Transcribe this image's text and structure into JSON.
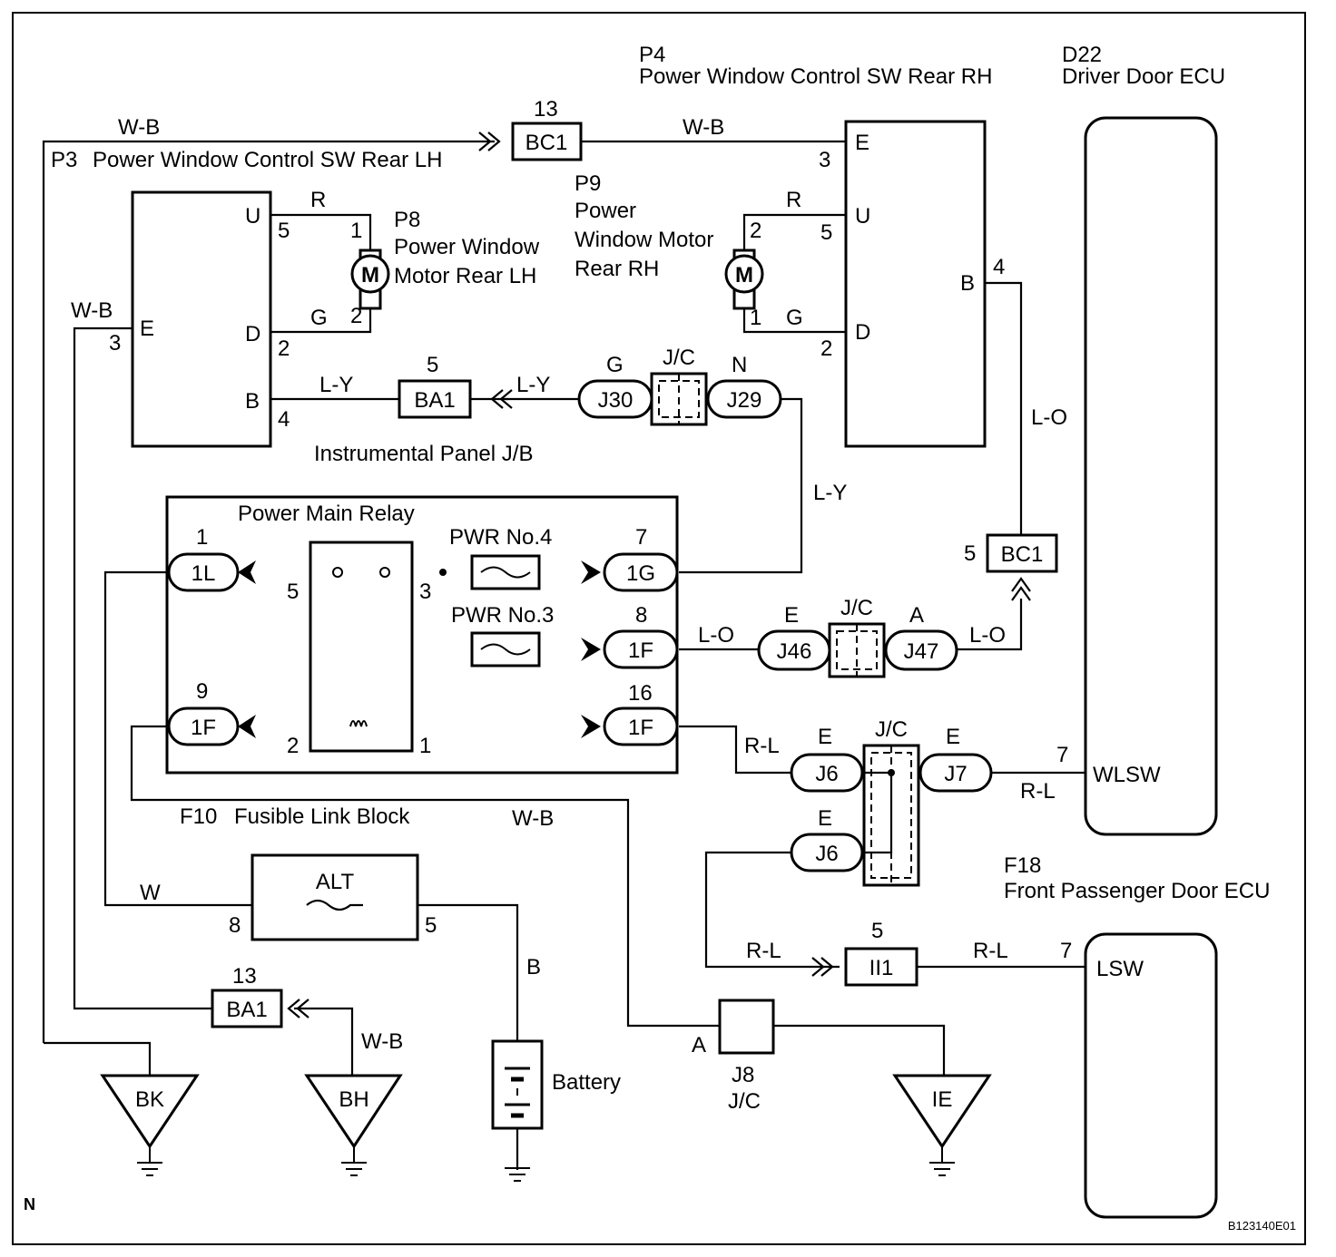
{
  "components": {
    "p3": {
      "code": "P3",
      "name": "Power Window Control SW Rear LH"
    },
    "p4": {
      "code": "P4",
      "name": "Power Window Control SW Rear RH"
    },
    "d22": {
      "code": "D22",
      "name": "Driver Door ECU"
    },
    "p8": {
      "code": "P8",
      "name_line1": "Power Window",
      "name_line2": "Motor Rear LH"
    },
    "p9": {
      "code": "P9",
      "name_line1": "Power",
      "name_line2": "Window Motor",
      "name_line3": "Rear RH"
    },
    "f10": {
      "code": "F10",
      "name": "Fusible Link Block"
    },
    "f18": {
      "code": "F18",
      "name": "Front Passenger Door ECU"
    },
    "j8": {
      "code": "J8",
      "name": "J/C"
    },
    "ip_jb": "Instrumental Panel J/B",
    "power_main_relay": "Power Main Relay",
    "battery": "Battery",
    "motor_symbol": "M"
  },
  "connectors": {
    "bc1_top": "BC1",
    "bc1_right": "BC1",
    "ba1_mid": "BA1",
    "ba1_bottom": "BA1",
    "ii1": "II1",
    "j30": "J30",
    "j29": "J29",
    "j46": "J46",
    "j47": "J47",
    "j6_top": "J6",
    "j6_bottom": "J6",
    "j7": "J7",
    "1l": "1L",
    "1g": "1G",
    "1f_a": "1F",
    "1f_b": "1F",
    "1f_c": "1F",
    "jc": "J/C"
  },
  "fuses": {
    "pwr4": "PWR No.4",
    "pwr3": "PWR No.3",
    "alt": "ALT"
  },
  "grounds": {
    "bk": "BK",
    "bh": "BH",
    "ie": "IE"
  },
  "wire_colors": {
    "wb": "W-B",
    "r": "R",
    "g": "G",
    "ly": "L-Y",
    "lo": "L-O",
    "rl": "R-L",
    "w": "W",
    "b": "B",
    "n": "N",
    "e": "E",
    "a": "A"
  },
  "terminals": {
    "e": "E",
    "u": "U",
    "d": "D",
    "b": "B",
    "wlsw": "WLSW",
    "lsw": "LSW",
    "a": "A",
    "n1": "1",
    "n2": "2",
    "n3": "3",
    "n4": "4",
    "n5": "5",
    "n7": "7",
    "n8": "8",
    "n9": "9",
    "n13": "13",
    "n16": "16"
  },
  "footer": {
    "corner_mark": "N",
    "figure_id": "B123140E01"
  }
}
